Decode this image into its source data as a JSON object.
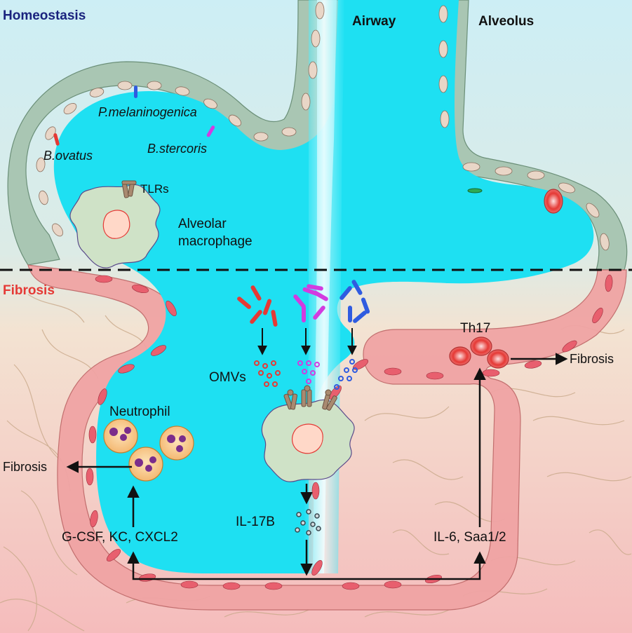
{
  "sections": {
    "top_title": "Homeostasis",
    "bottom_title": "Fibrosis"
  },
  "regions": {
    "airway": "Airway",
    "alveolus": "Alveolus"
  },
  "bacteria": {
    "p_mel": "P.melaninogenica",
    "b_ster": "B.stercoris",
    "b_ova": "B.ovatus"
  },
  "cells": {
    "tlrs": "TLRs",
    "macrophage_line1": "Alveolar",
    "macrophage_line2": "macrophage",
    "omvs": "OMVs",
    "neutrophil": "Neutrophil",
    "th17": "Th17"
  },
  "mediators": {
    "il17b": "IL-17B",
    "neutro_chemokines": "G-CSF, KC, CXCL2",
    "il6_saa": "IL-6, Saa1/2"
  },
  "outcomes": {
    "fibrosis_left": "Fibrosis",
    "fibrosis_right": "Fibrosis"
  },
  "colors": {
    "homeostasis_title": "#1a237e",
    "fibrosis_title": "#e53935",
    "lumen": "#1ee0f2",
    "epithelium_green": "#a9c6b3",
    "epithelium_pink": "#f0a4a4",
    "bacteria_red": "#e53935",
    "bacteria_magenta": "#d23be0",
    "bacteria_blue": "#2f5be0"
  }
}
